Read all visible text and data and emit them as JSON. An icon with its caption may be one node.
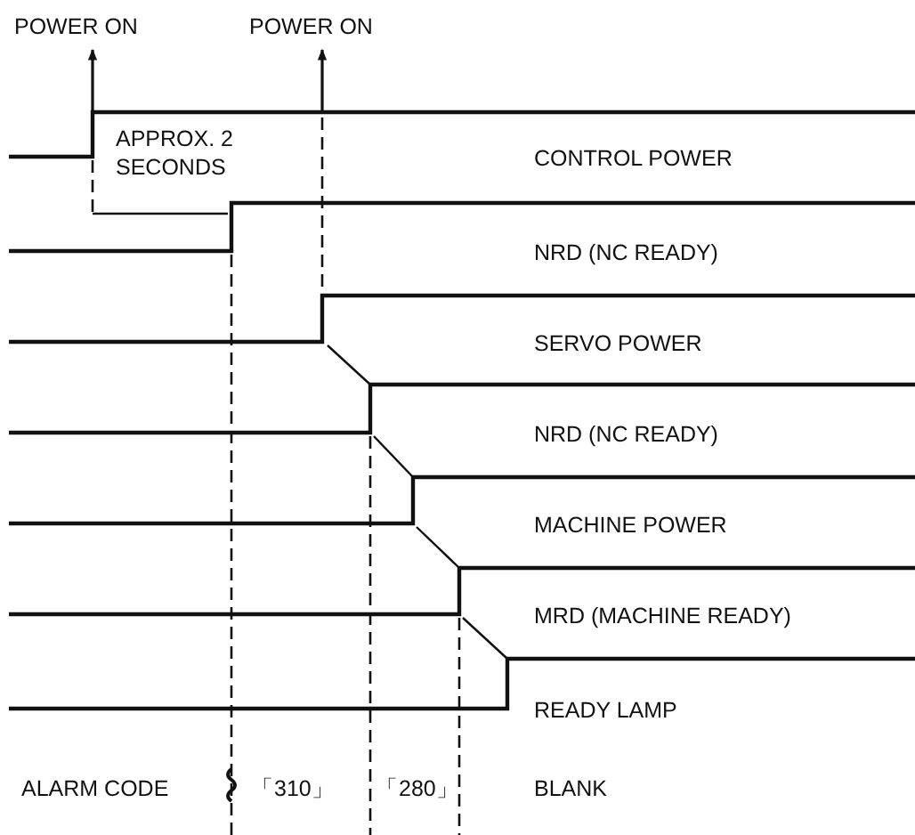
{
  "diagram": {
    "labels": [
      "POWER ON",
      "POWER ON",
      "APPROX. 2 SECONDS",
      "CONTROL POWER",
      "NRD (NC READY)",
      "SERVO POWER",
      "NRD (NC READY)",
      "MACHINE POWER",
      "MRD (MACHINE READY)",
      "READY LAMP",
      "ALARM CODE",
      "「310」",
      "「280」",
      "BLANK"
    ]
  }
}
